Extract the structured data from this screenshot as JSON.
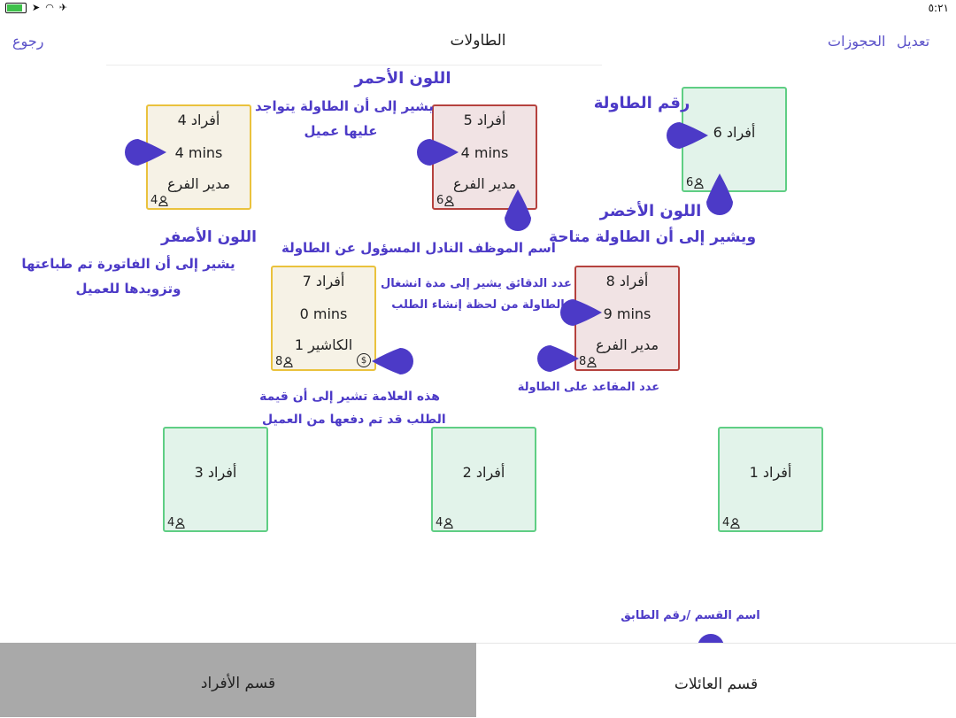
{
  "status_bar": {
    "time": "٥:٢١"
  },
  "nav": {
    "title": "الطاولات",
    "back": "رجوع",
    "reservations": "الحجوزات",
    "edit": "تعديل"
  },
  "tables": [
    {
      "id": "t4",
      "title": "أفراد 4",
      "mins": "4 mins",
      "waiter": "مدير الفرع",
      "seats": "4",
      "status": "yellow"
    },
    {
      "id": "t5",
      "title": "أفراد 5",
      "mins": "4 mins",
      "waiter": "مدير الفرع",
      "seats": "6",
      "status": "red"
    },
    {
      "id": "t6",
      "title": "أفراد 6",
      "mins": "",
      "waiter": "",
      "seats": "6",
      "status": "green"
    },
    {
      "id": "t7",
      "title": "أفراد 7",
      "mins": "0 mins",
      "waiter": "الكاشير 1",
      "seats": "8",
      "status": "yellow",
      "paid": true
    },
    {
      "id": "t8",
      "title": "أفراد 8",
      "mins": "9 mins",
      "waiter": "مدير الفرع",
      "seats": "8",
      "status": "red"
    },
    {
      "id": "t3",
      "title": "أفراد 3",
      "seats": "4",
      "status": "green"
    },
    {
      "id": "t2",
      "title": "أفراد 2",
      "seats": "4",
      "status": "green"
    },
    {
      "id": "t1",
      "title": "أفراد 1",
      "seats": "4",
      "status": "green"
    }
  ],
  "annotations": {
    "red_title": "اللون الأحمر",
    "red_desc_1": "يشير إلى أن الطاولة يتواجد",
    "red_desc_2": "عليها عميل",
    "table_number": "رقم الطاولة",
    "green_title": "اللون الأخضر",
    "green_desc": "ويشير إلى أن الطاولة متاحة",
    "yellow_title": "اللون الأصفر",
    "yellow_desc_1": "يشير إلى أن الفاتورة تم طباعتها",
    "yellow_desc_2": "وتزويدها للعميل",
    "waiter_name": "اسم الموظف النادل المسؤول عن الطاولة",
    "minutes_1": "عدد الدقائق يشير إلى مدة انشغال",
    "minutes_2": "الطاولة من لحظة إنشاء الطلب",
    "paid_1": "هذه العلامة تشير إلى أن قيمة",
    "paid_2": "الطلب قد تم دفعها من العميل",
    "seats": "عدد المقاعد على الطاولة",
    "section": "اسم القسم /رقم الطابق"
  },
  "tabs": {
    "families": "قسم العائلات",
    "individuals": "قسم الأفراد"
  },
  "colors": {
    "accent": "#5b52c9",
    "annotation": "#4c3ac7",
    "available": "#5fce84",
    "occupied": "#b5423e",
    "printed": "#eac23d"
  }
}
